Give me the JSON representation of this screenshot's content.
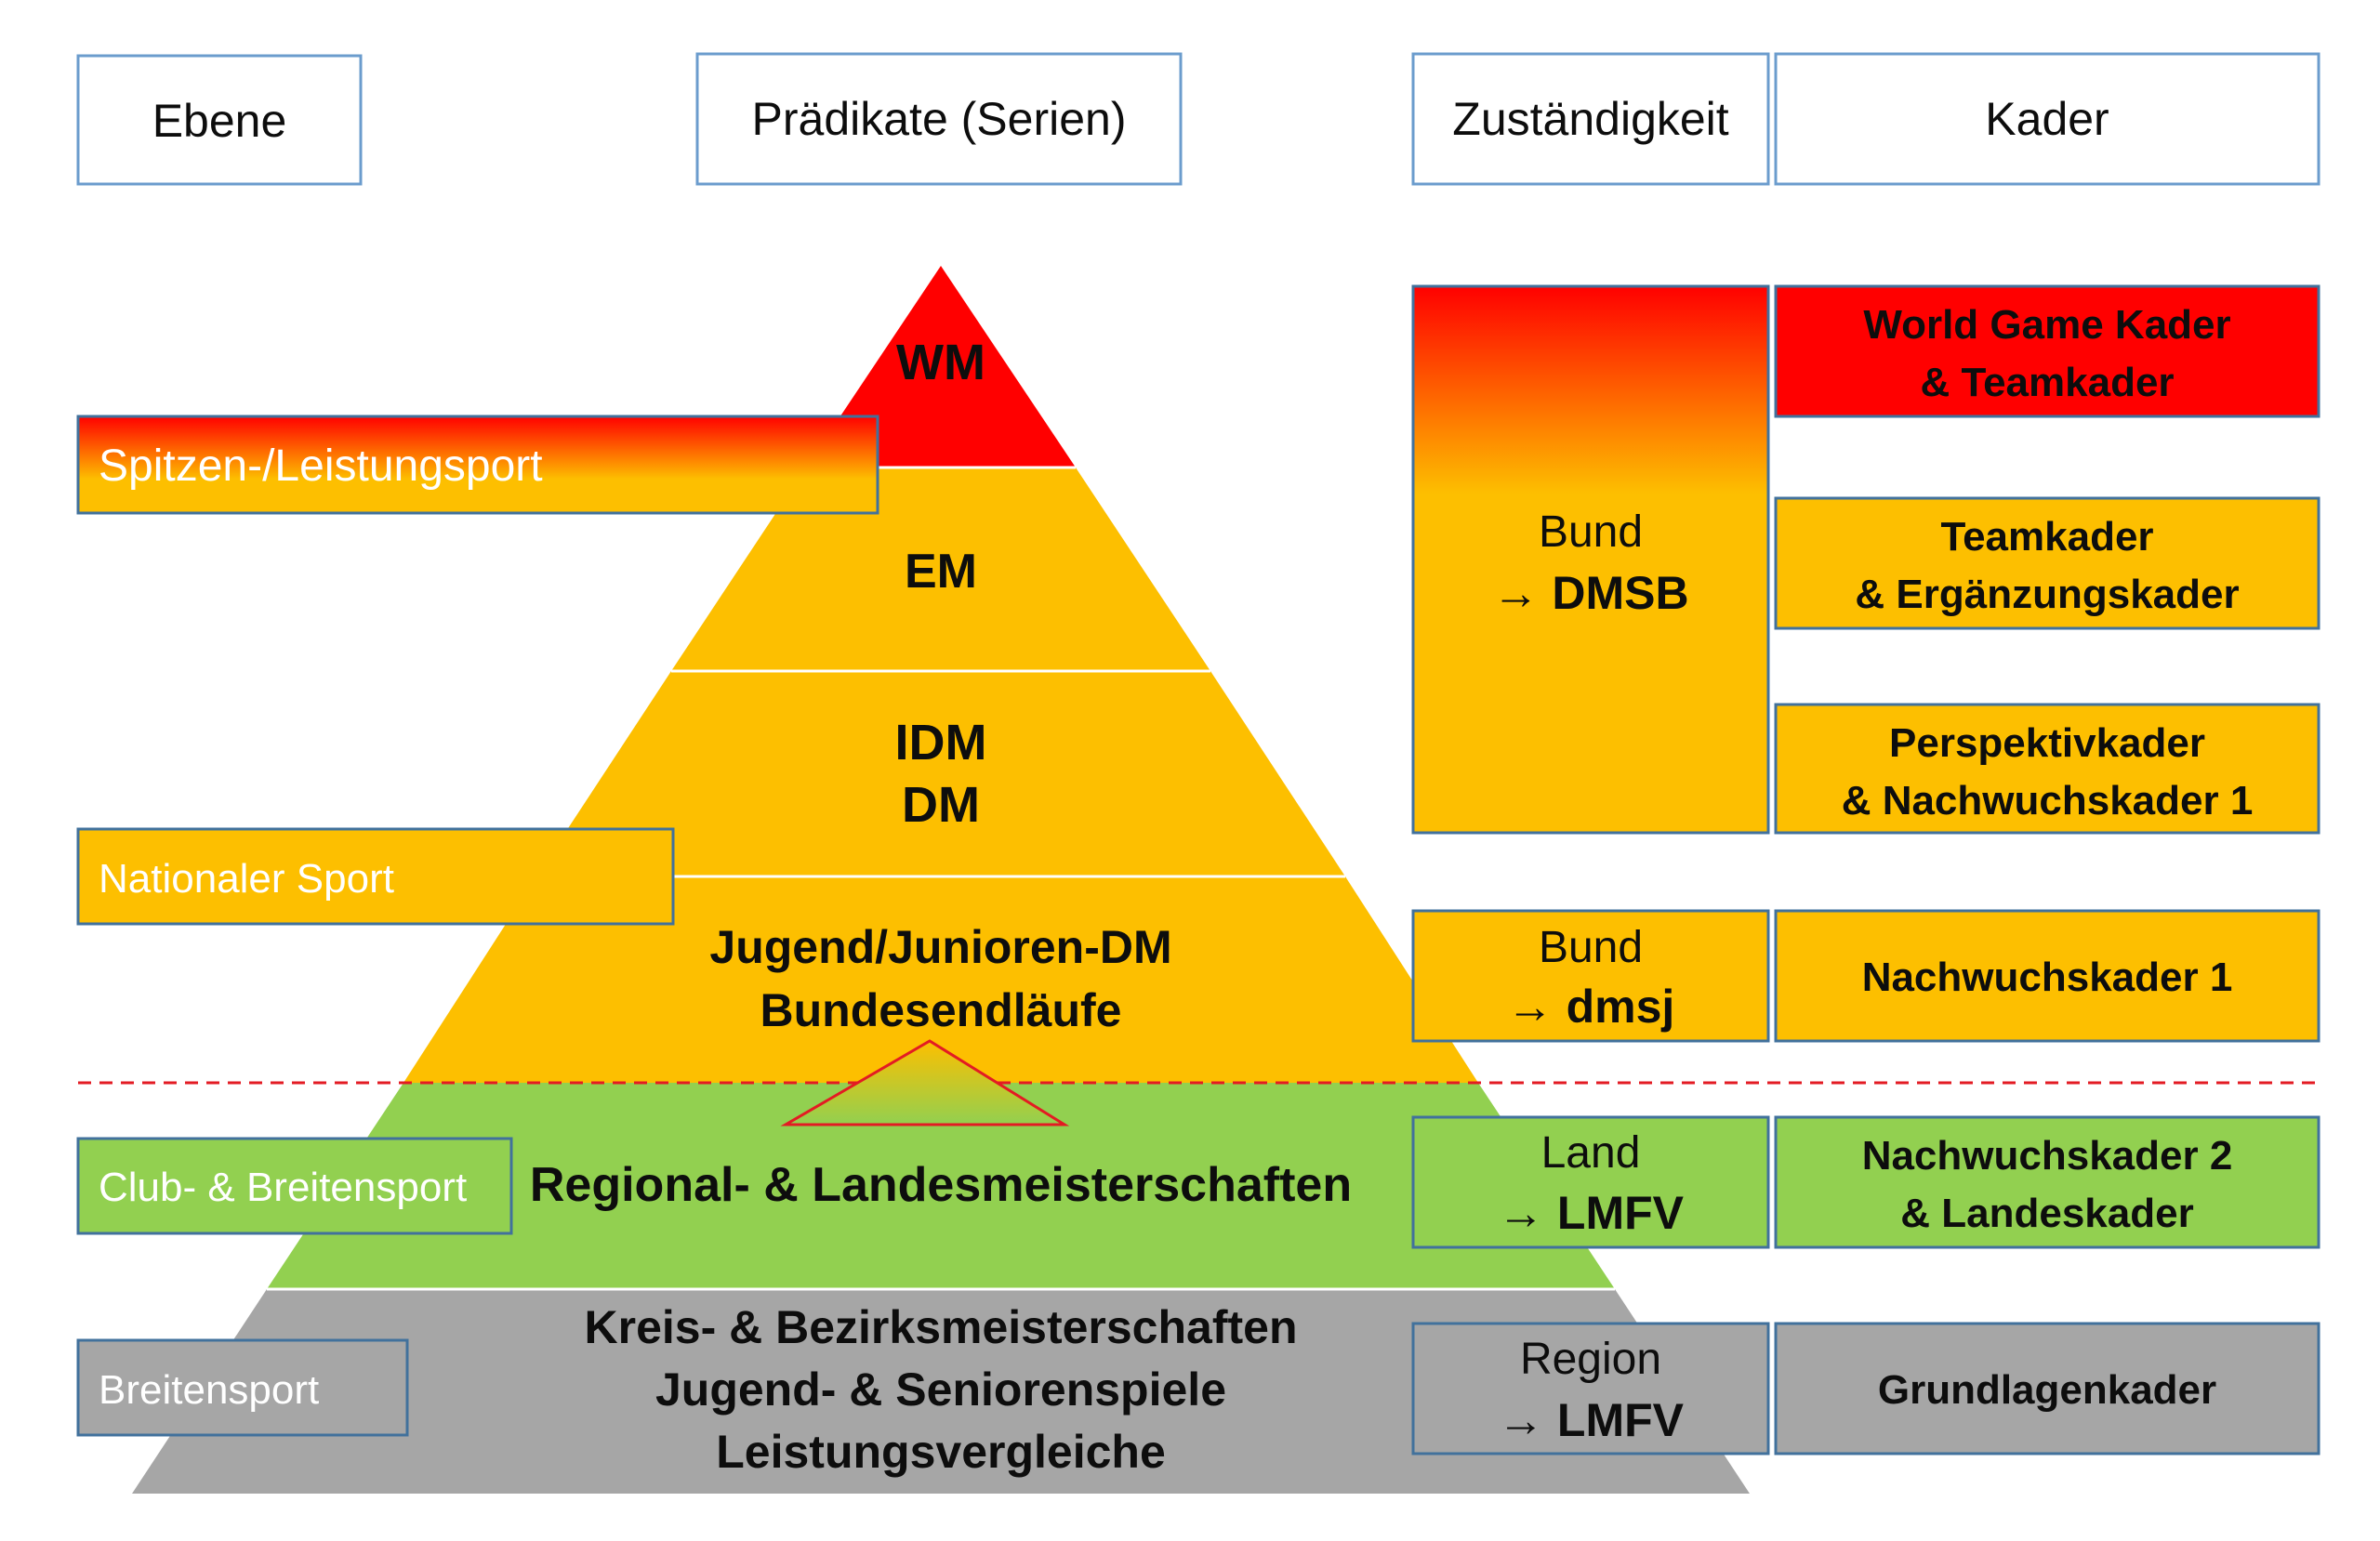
{
  "colors": {
    "red": "#ff0000",
    "orange": "#fdbf00",
    "green": "#92d050",
    "gray": "#a6a6a6",
    "box_border": "#6b9ccd",
    "level_border": "#41719c",
    "divider": "#e31b23",
    "text_dark": "#0d0d0d",
    "text_light": "#ffffff"
  },
  "headers": {
    "ebene": "Ebene",
    "praedikate": "Prädikate (Serien)",
    "zustaendigkeit": "Zuständigkeit",
    "kader": "Kader"
  },
  "levels": {
    "spitzen": "Spitzen-/Leistungsport",
    "national": "Nationaler Sport",
    "club": "Club- & Breitensport",
    "breiten": "Breitensport"
  },
  "pyramid": {
    "wm": "WM",
    "em": "EM",
    "idm": [
      "IDM",
      "DM"
    ],
    "jugend": [
      "Jugend/Junioren-DM",
      "Bundesendläufe"
    ],
    "regional": "Regional- & Landesmeisterschaften",
    "kreis": [
      "Kreis- & Bezirksmeisterschaften",
      "Jugend- & Seniorenspiele",
      "Leistungsvergleiche"
    ]
  },
  "zustaendigkeit": {
    "bund_dmsb": {
      "line1": "Bund",
      "line2": "DMSB"
    },
    "bund_dmsj": {
      "line1": "Bund",
      "line2": "dmsj"
    },
    "land": {
      "line1": "Land",
      "line2": "LMFV"
    },
    "region": {
      "line1": "Region",
      "line2": "LMFV"
    },
    "arrow": "→"
  },
  "kader": {
    "worldgame": [
      "World Game Kader",
      "& Teamkader"
    ],
    "teamkader": [
      "Teamkader",
      "& Ergänzungskader"
    ],
    "perspektiv": [
      "Perspektivkader",
      "& Nachwuchskader 1"
    ],
    "nachwuchs1": [
      "Nachwuchskader 1"
    ],
    "nachwuchs2": [
      "Nachwuchskader 2",
      "& Landeskader"
    ],
    "grundlagen": [
      "Grundlagenkader"
    ]
  }
}
